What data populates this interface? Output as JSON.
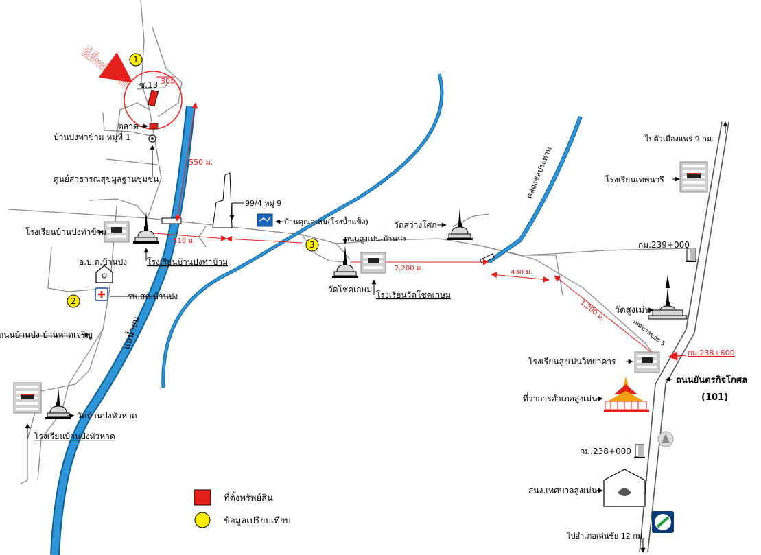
{
  "subject": {
    "callout": "ที่ตั้งทรัพย์สิน",
    "soi": "ซ.13",
    "dimension": "30ม."
  },
  "markers": {
    "one": "1",
    "two": "2",
    "three": "3"
  },
  "distances": {
    "d550": "550 ม.",
    "d510": "510 ม.",
    "d2200": "2,200 ม.",
    "d430": "430 ม.",
    "d1200": "1,200 ม."
  },
  "places": {
    "market": "ตลาด",
    "village": "บ้านปงท่าข้าม หมู่ที่ 1",
    "health_center": "ศูนย์สาธารณสุขมูลฐานชุมชน",
    "house_994": "99/4 หมู่ 9",
    "ice_factory": "บ้านคุณอเหน(โรงน้ำแข็ง)",
    "school_left_top": "โรงเรียนบ้านปงท่าข้าม",
    "school_left_bottom": "โรงเรียนบ้านปงท่าข้าม",
    "abt": "อ.บ.ต.บ้านปง",
    "hospital": "รพ.สต.บ้านปง",
    "road_left": "ถนนบ้านปง-บ้านหาดเจริญ",
    "river": "แม่น้ำยม",
    "temple_huahat": "วัดบ้านปงหัวหาด",
    "school_huahat": "โรงเรียนบ้านปงหัวหาด",
    "road_center": "ถนนสูงเม่น-บ้านปง",
    "temple_chokkasem": "วัดโชคเกษม",
    "school_chokkasem": "โรงเรียนวัดโชคเกษม",
    "temple_sawang": "วัดสว่างโศก",
    "canal": "คลองชลประทาน",
    "to_phrae": "ไปตัวเมืองแพร่ 9 กม.",
    "school_thep": "โรงเรียนเทพนารี",
    "km239": "กม.239+000",
    "temple_sungmen": "วัดสูงเม่น",
    "municipal_soi": "เทศบาลซอย 5",
    "km238600": "กม.238+600",
    "school_sungmen": "โรงเรียนสูงเม่นวิทยาคาร",
    "highway": "ถนนยันตรกิจโกศล",
    "highway_no": "(101)",
    "district_office": "ที่ว่าการอำเภอสูงเม่น",
    "km238": "กม.238+000",
    "municipal_office": "สนง.เทศบาลสูงเม่น",
    "to_denchai": "ไปอำเภอเด่นชัย 12 กม."
  },
  "legend": {
    "property": "ที่ตั้งทรัพย์สิน",
    "comparison": "ข้อมูลเปรียบเทียบ"
  },
  "colors": {
    "river": "#1a84c8",
    "subject_red": "#e3201b",
    "marker_yellow": "#ffee00",
    "pagoda_gray": "#d9d9d9"
  }
}
